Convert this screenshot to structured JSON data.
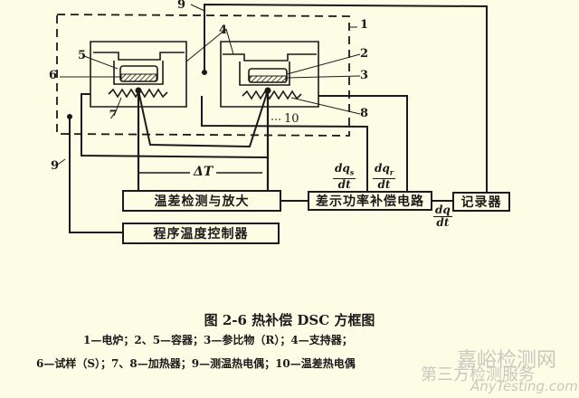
{
  "diagram": {
    "title": "图 2-6  热补偿 DSC 方框图",
    "blocks": {
      "temp_diff_amp": "温差检测与放大",
      "program_temp_controller": "程序温度控制器",
      "diff_power_comp": "差示功率补偿电路",
      "recorder": "记录器"
    },
    "signals": {
      "delta_t": "ΔT",
      "dqs_num": "dq",
      "dqs_sub": "s",
      "dqs_den": "dt",
      "dqr_num": "dq",
      "dqr_sub": "r",
      "dqr_den": "dt",
      "dq_num": "dq",
      "dq_den": "dt"
    },
    "callouts": {
      "c1": "1",
      "c2": "2",
      "c3": "3",
      "c4": "4",
      "c5": "5",
      "c6": "6",
      "c7": "7",
      "c8": "8",
      "c9_top": "9",
      "c9_left": "9",
      "c10": "10"
    },
    "legend": {
      "line1": "1—电炉；2、5—容器；3—参比物（R）；4—支持器；",
      "line2": "6—试样（S）；7、8—加热器；9—测温热电偶；10—温差热电偶"
    }
  },
  "watermark": {
    "cn": "嘉峪检测网",
    "sub": "第三方检测服务",
    "en": "AnyTesting.com"
  }
}
